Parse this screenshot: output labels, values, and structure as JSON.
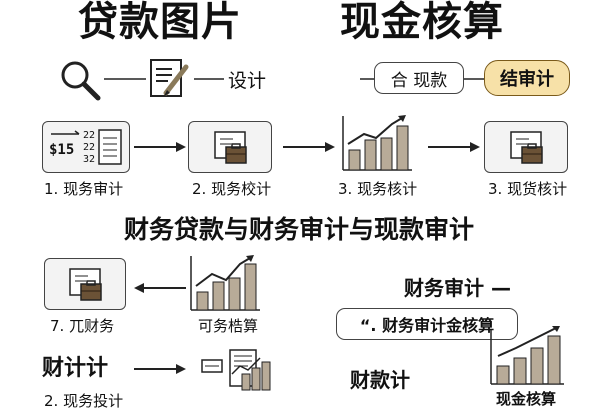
{
  "header": {
    "title_left": "贷款图片",
    "title_right": "现金核算",
    "label_design": "设计",
    "pill_white": "合 现款",
    "pill_yellow": "结审计"
  },
  "flow_row": {
    "steps": [
      {
        "label": "1. 现务审计"
      },
      {
        "label": "2. 现务校计"
      },
      {
        "label": "3. 现务核计"
      },
      {
        "label": "3. 现货核计"
      }
    ],
    "doc_numbers": [
      "22",
      "22",
      "32"
    ],
    "doc_badge": "$15"
  },
  "section_title": "财务贷款与财务审计与现款审计",
  "lower_left": {
    "case_label": "7. 兀财务",
    "chart_label": "可务梏算",
    "stamp_text": "财计计",
    "bottom_label": "2. 现务投计"
  },
  "lower_right": {
    "heading": "财务审计 —",
    "quote_box": "“. 财务审计金核算",
    "label": "财款计",
    "chart_label": "现金核算"
  }
}
